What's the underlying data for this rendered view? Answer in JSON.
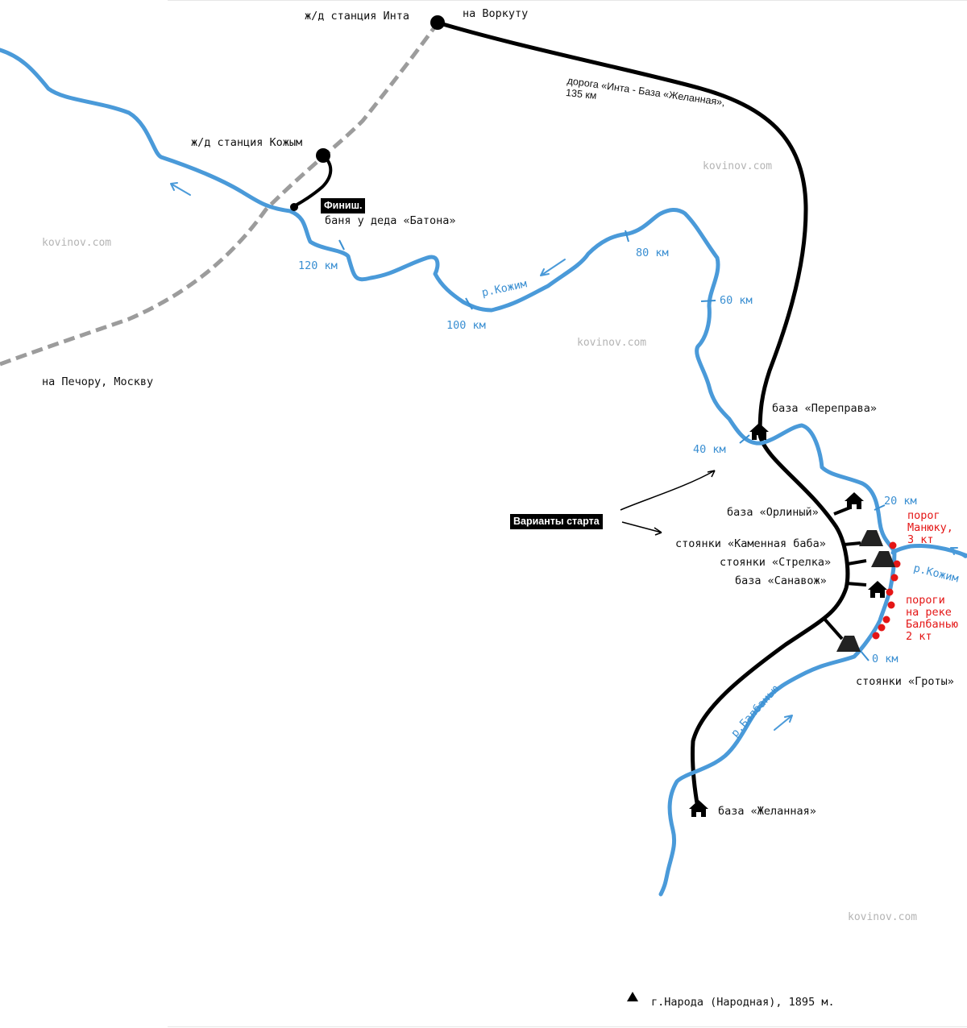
{
  "watermark": "kovinov.com",
  "colors": {
    "river": "#4a9ad9",
    "road": "#000000",
    "railway": "#9a9a9a",
    "rapids": "#e41616",
    "km_label": "#3a8fd2"
  },
  "stations": {
    "inta": "ж/д станция Инта",
    "kozhym": "ж/д станция Кожым",
    "to_vorkuta": "на Воркуту",
    "to_pechora": "на Печору, Москву"
  },
  "road": {
    "label_line1": "дорога «Инта - База «Желанная»,",
    "label_line2": "135 км"
  },
  "finish": {
    "tag": "Финиш.",
    "label": "баня у деда «Батона»"
  },
  "start": {
    "tag": "Варианты старта"
  },
  "rivers": {
    "kozhym_mid": "р.Кожим",
    "kozhym_right": "р.Кожим",
    "balbanyu": "р.Балбанью"
  },
  "km_marks": [
    "0 км",
    "20 км",
    "40 км",
    "60 км",
    "80 км",
    "100 км",
    "120 км"
  ],
  "places": {
    "pereprava": "база «Переправа»",
    "orliny": "база «Орлиный»",
    "kamennaya_baba": "стоянки «Каменная баба»",
    "strelka": "стоянки «Стрелка»",
    "sanavozh": "база «Санавож»",
    "groty": "стоянки «Гроты»",
    "zhelannaya": "база «Желанная»"
  },
  "icons": {
    "base": "house-icon",
    "camp": "tent-icon",
    "peak": "triangle-icon",
    "station": "station-dot-icon"
  },
  "rapids": {
    "manyuku": "порог\nМанюку,\n3 кт",
    "balbanyu": "пороги\nна реке\nБалбанью\n2 кт"
  },
  "legend": {
    "peak": "г.Народа (Народная), 1895 м."
  }
}
